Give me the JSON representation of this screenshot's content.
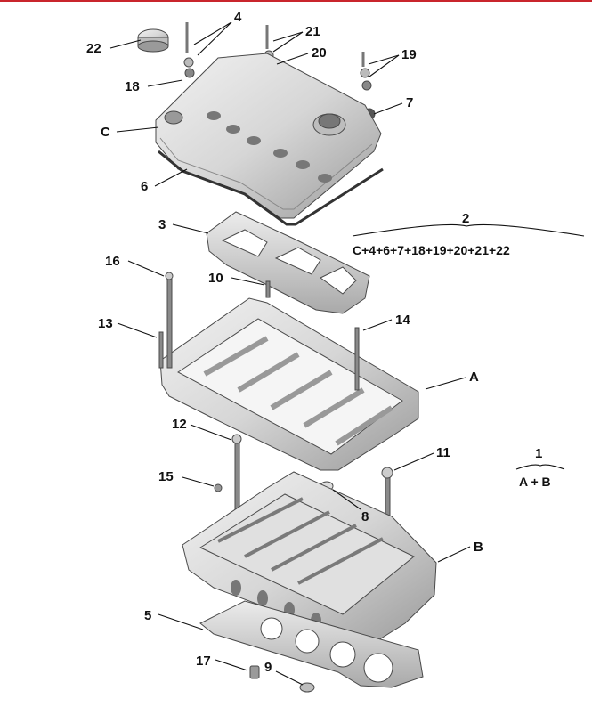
{
  "callouts": {
    "c22": "22",
    "c4": "4",
    "c21": "21",
    "c20": "20",
    "c19": "19",
    "c18": "18",
    "c7": "7",
    "cC": "C",
    "c6": "6",
    "c3": "3",
    "c2": "2",
    "c16": "16",
    "c10": "10",
    "c13": "13",
    "c14": "14",
    "cA": "A",
    "c12": "12",
    "c11": "11",
    "c1": "1",
    "c15": "15",
    "c8": "8",
    "cB": "B",
    "c5": "5",
    "c17": "17",
    "c9": "9"
  },
  "formulas": {
    "cover_assembly": "C+4+6+7+18+19+20+21+22",
    "head_assembly": "A + B"
  },
  "colors": {
    "border": "#c9252c",
    "metal_light": "#e6e6e6",
    "metal_mid": "#c8c8c8",
    "metal_dark": "#8e8e8e",
    "leader": "#111111"
  }
}
